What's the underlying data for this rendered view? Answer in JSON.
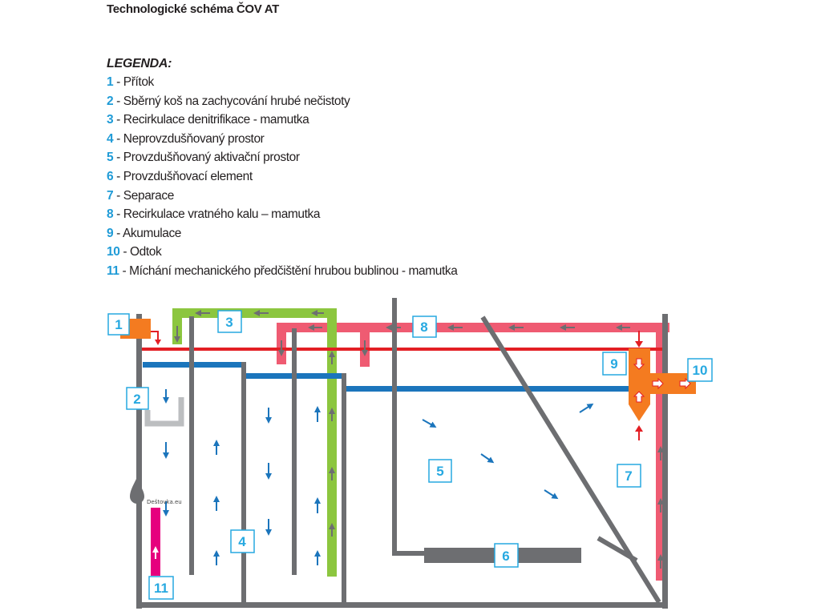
{
  "title": "Technologické schéma ČOV AT",
  "legend": {
    "heading": "LEGENDA:",
    "items": [
      {
        "num": "1",
        "text": " - Přítok"
      },
      {
        "num": "2",
        "text": " - Sběrný koš na zachycování hrubé nečistoty"
      },
      {
        "num": "3",
        "text": " - Recirkulace denitrifikace - mamutka"
      },
      {
        "num": "4",
        "text": " - Neprovzdušňovaný prostor"
      },
      {
        "num": "5",
        "text": " - Provzdušňovaný aktivační prostor"
      },
      {
        "num": "6",
        "text": " - Provzdušňovací element"
      },
      {
        "num": "7",
        "text": " - Separace"
      },
      {
        "num": "8",
        "text": " - Recirkulace vratného kalu – mamutka"
      },
      {
        "num": "9",
        "text": " - Akumulace"
      },
      {
        "num": "10",
        "text": " - Odtok"
      },
      {
        "num": "11",
        "text": " - Míchání mechanického předčištění hrubou bublinou - mamutka"
      }
    ]
  },
  "labels": {
    "l1": "1",
    "l2": "2",
    "l3": "3",
    "l4": "4",
    "l5": "5",
    "l6": "6",
    "l7": "7",
    "l8": "8",
    "l9": "9",
    "l10": "10",
    "l11": "11"
  },
  "watermark": "Deštovka.eu",
  "colors": {
    "wall": "#6d6e71",
    "water": "#1b75bc",
    "overflow": "#e31e24",
    "recirc_sludge": "#ef5b72",
    "recirc_denit": "#8cc63f",
    "mix": "#e6007e",
    "accumulation": "#f47b20",
    "label": "#27a9e1"
  }
}
